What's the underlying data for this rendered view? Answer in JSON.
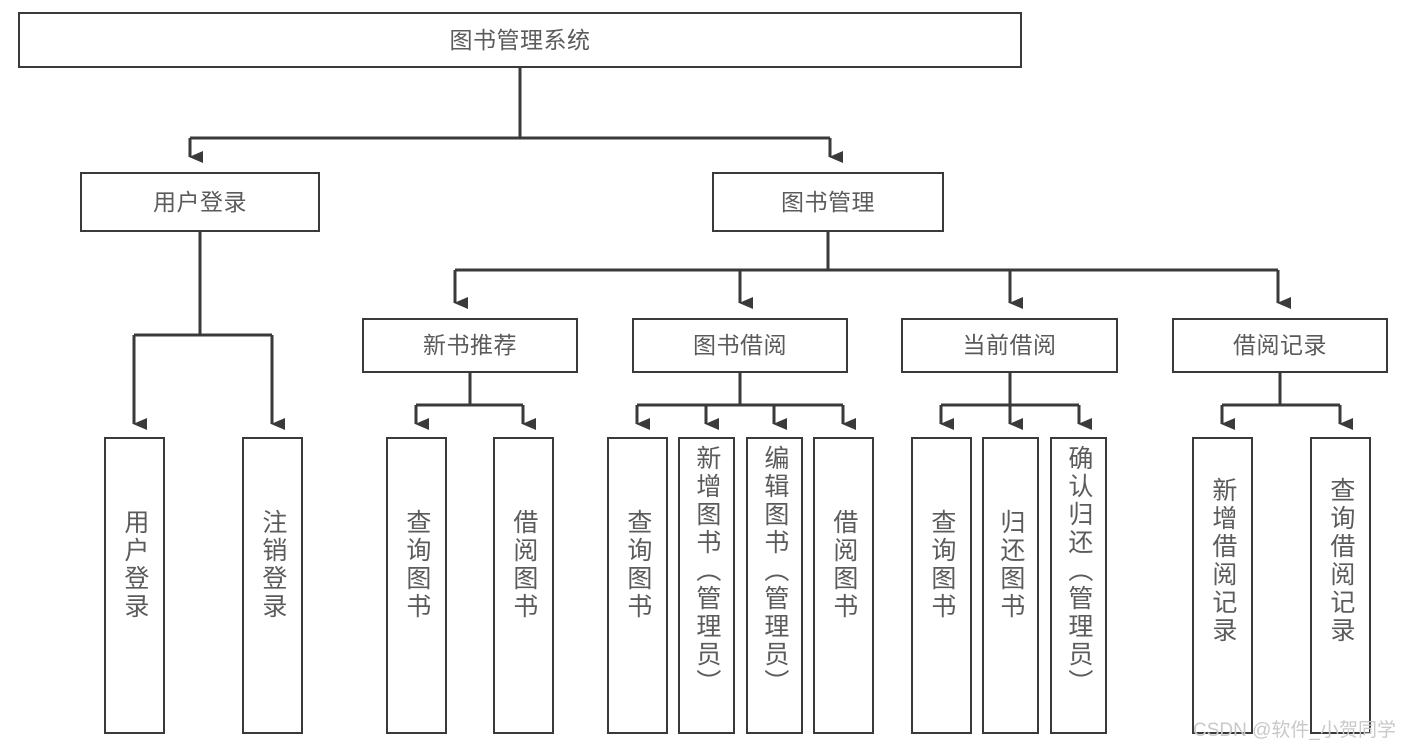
{
  "diagram": {
    "title": "图书管理系统",
    "type": "hierarchy-tree",
    "orientation": "top-down",
    "colors": {
      "box_border": "#3a3a3a",
      "box_fill": "#ffffff",
      "text": "#5b5b5b",
      "connector": "#3a3a3a",
      "watermark": "#c9c9c9",
      "background": "#ffffff"
    },
    "root": {
      "label": "图书管理系统"
    },
    "level2": [
      {
        "label": "用户登录"
      },
      {
        "label": "图书管理"
      }
    ],
    "level3": [
      {
        "label": "新书推荐"
      },
      {
        "label": "图书借阅"
      },
      {
        "label": "当前借阅"
      },
      {
        "label": "借阅记录"
      }
    ],
    "leaves": {
      "user_login": [
        {
          "label": "用户登录"
        },
        {
          "label": "注销登录"
        }
      ],
      "new_book_recommend": [
        {
          "label": "查询图书"
        },
        {
          "label": "借阅图书"
        }
      ],
      "book_borrow": [
        {
          "label": "查询图书"
        },
        {
          "label": "新增图书（管理员）"
        },
        {
          "label": "编辑图书（管理员）"
        },
        {
          "label": "借阅图书"
        }
      ],
      "current_borrow": [
        {
          "label": "查询图书"
        },
        {
          "label": "归还图书"
        },
        {
          "label": "确认归还（管理员）"
        }
      ],
      "borrow_record": [
        {
          "label": "新增借阅记录"
        },
        {
          "label": "查询借阅记录"
        }
      ]
    }
  },
  "watermark": {
    "text": "CSDN @软件_小贺同学"
  }
}
